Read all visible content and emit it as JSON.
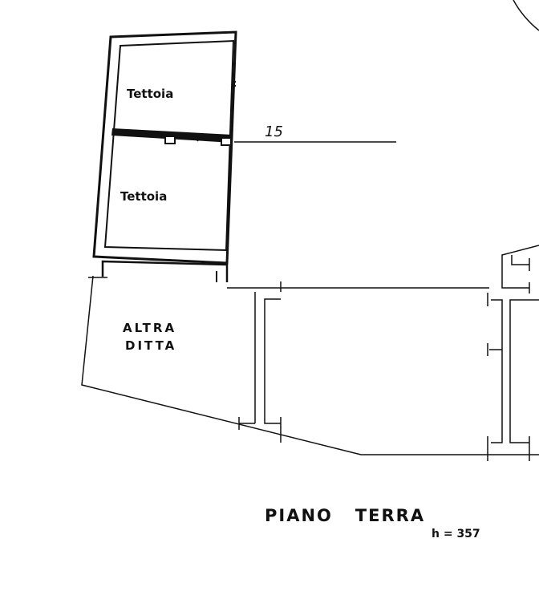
{
  "plan": {
    "rooms": {
      "tettoia_top": "Tettoia",
      "tettoia_bottom": "Tettoia",
      "altra_ditta_line1": "ALTRA",
      "altra_ditta_line2": "DITTA"
    },
    "dimension_label": "15",
    "title": "PIANO   TERRA",
    "height_note": "h = 357"
  },
  "colors": {
    "ink": "#111111",
    "paper": "#ffffff"
  }
}
